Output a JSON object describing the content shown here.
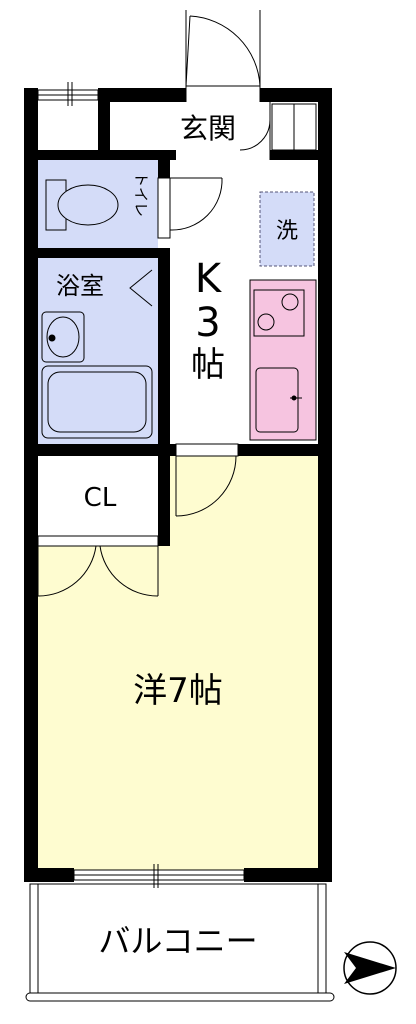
{
  "rooms": {
    "entrance": "玄関",
    "toilet": "トイレ",
    "bath": "浴室",
    "washer": "洗",
    "kitchen": {
      "letter": "K",
      "number": "3",
      "unit": "帖"
    },
    "closet": "CL",
    "western": "洋7帖",
    "balcony": "バルコニー"
  },
  "colors": {
    "wall": "#000000",
    "wet_area": "#d4dcf8",
    "kitchen_unit": "#f6c4e0",
    "western_room": "#fefcd0",
    "balcony": "#ffffff"
  },
  "icons": {
    "compass": "north-arrow-icon"
  }
}
